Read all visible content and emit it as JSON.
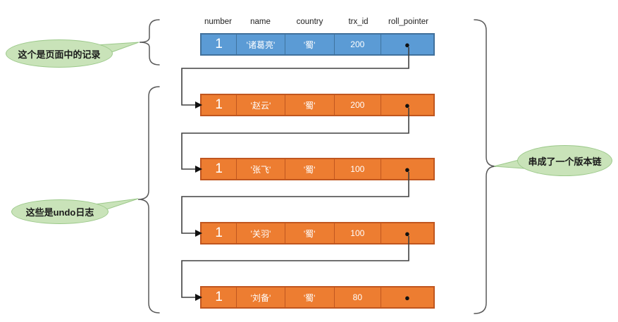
{
  "diagram": {
    "title_hint": "MVCC version chain with undo logs",
    "columns": [
      "number",
      "name",
      "country",
      "trx_id",
      "roll_pointer"
    ],
    "rows": [
      {
        "type": "page-record",
        "cells": [
          "1",
          "'诸葛亮'",
          "'蜀'",
          "200",
          "●"
        ]
      },
      {
        "type": "undo-log",
        "cells": [
          "1",
          "'赵云'",
          "'蜀'",
          "200",
          "●"
        ]
      },
      {
        "type": "undo-log",
        "cells": [
          "1",
          "'张飞'",
          "'蜀'",
          "100",
          "●"
        ]
      },
      {
        "type": "undo-log",
        "cells": [
          "1",
          "'关羽'",
          "'蜀'",
          "100",
          "●"
        ]
      },
      {
        "type": "undo-log",
        "cells": [
          "1",
          "'刘备'",
          "'蜀'",
          "80",
          "●"
        ]
      }
    ],
    "callouts": {
      "page_record": "这个是页面中的记录",
      "undo_logs": "这些是undo日志",
      "version_chain": "串成了一个版本链"
    },
    "colors": {
      "record_fill": "#5B9BD5",
      "record_border": "#41719C",
      "undo_fill": "#ED7D31",
      "undo_border": "#C0561F",
      "bubble_fill": "#C9E3B9",
      "bubble_border": "#9CC98A",
      "connector": "#404040",
      "brace": "#595959",
      "cell_text": "#FFFFFF",
      "pointer_dot": "#111111"
    }
  }
}
